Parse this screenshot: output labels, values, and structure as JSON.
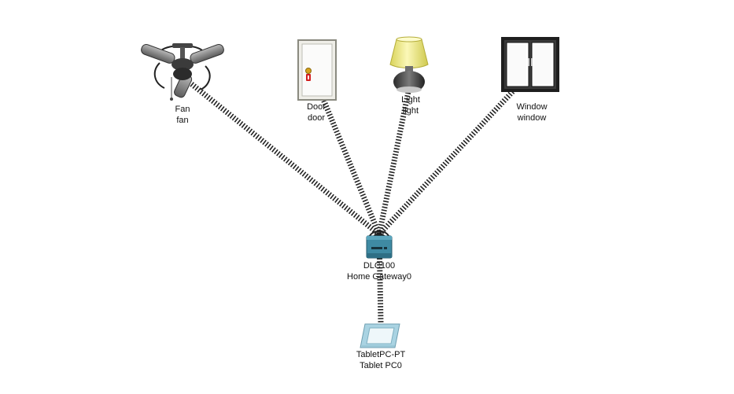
{
  "devices": {
    "fan": {
      "type_label": "Fan",
      "name_label": "fan",
      "icon": "ceiling-fan-icon"
    },
    "door": {
      "type_label": "Door",
      "name_label": "door",
      "icon": "door-icon"
    },
    "light": {
      "type_label": "Light",
      "name_label": "light",
      "icon": "lamp-icon"
    },
    "window": {
      "type_label": "Window",
      "name_label": "window",
      "icon": "window-icon"
    },
    "gateway": {
      "type_label": "DLC100",
      "name_label": "Home Gateway0",
      "icon": "home-gateway-icon"
    },
    "tablet": {
      "type_label": "TabletPC-PT",
      "name_label": "Tablet PC0",
      "icon": "tablet-icon"
    }
  },
  "links": [
    {
      "from": "gateway",
      "to": "fan",
      "kind": "wireless"
    },
    {
      "from": "gateway",
      "to": "door",
      "kind": "wireless"
    },
    {
      "from": "gateway",
      "to": "light",
      "kind": "wireless"
    },
    {
      "from": "gateway",
      "to": "window",
      "kind": "wireless"
    },
    {
      "from": "gateway",
      "to": "tablet",
      "kind": "wireless"
    }
  ],
  "colors": {
    "link": "#222222",
    "gateway": "#3f8aa3",
    "lamp_shade": "#f3f08a",
    "window_frame": "#1e1e1e",
    "door_knob": "#d6a21a",
    "tablet": "#a9d3e2"
  }
}
